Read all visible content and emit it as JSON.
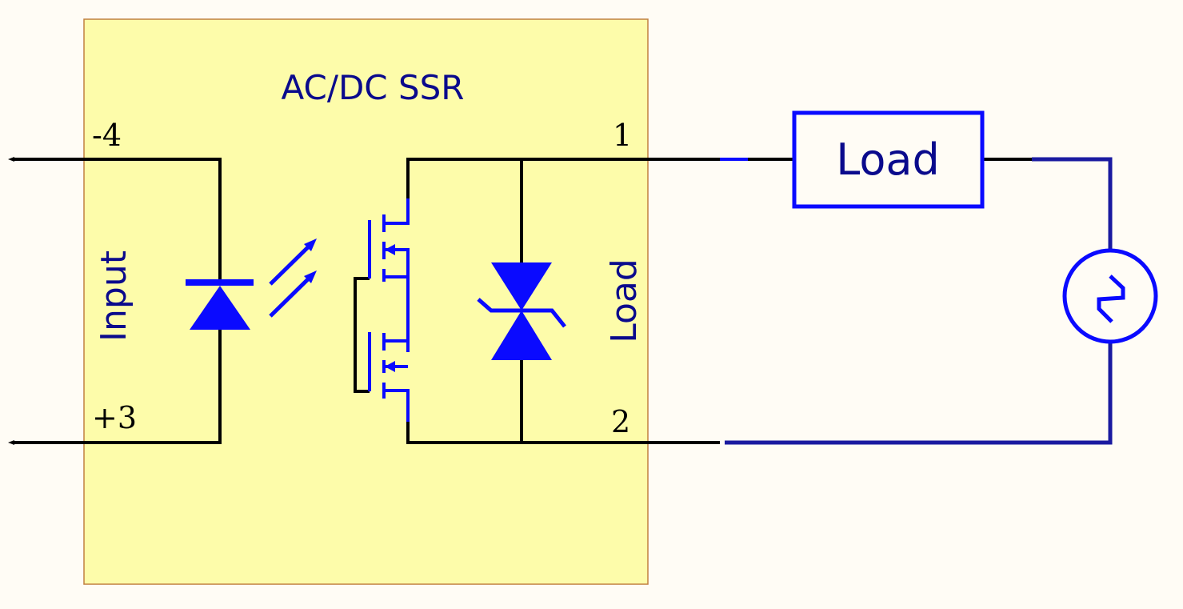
{
  "schematic": {
    "title": "AC/DC SSR",
    "input_label": "Input",
    "output_label": "Load",
    "pins": {
      "input_negative": "-4",
      "input_positive": "+3",
      "output_1": "1",
      "output_2": "2"
    },
    "external_load_label": "Load",
    "components": {
      "led": "led-diode-icon",
      "photons": "light-emission-arrows-icon",
      "mosfets": "dual-mosfet-icon",
      "tvs": "bidirectional-tvs-diode-icon",
      "ac_source": "ac-voltage-source-icon",
      "load": "load-resistor-box"
    }
  },
  "colors": {
    "background": "#fffcf5",
    "ssr_fill": "#fdfcaa",
    "wire": "#000000",
    "component": "#0a0aff",
    "label_text": "#0a0a8c",
    "external_wire": "#1a1aa0"
  }
}
